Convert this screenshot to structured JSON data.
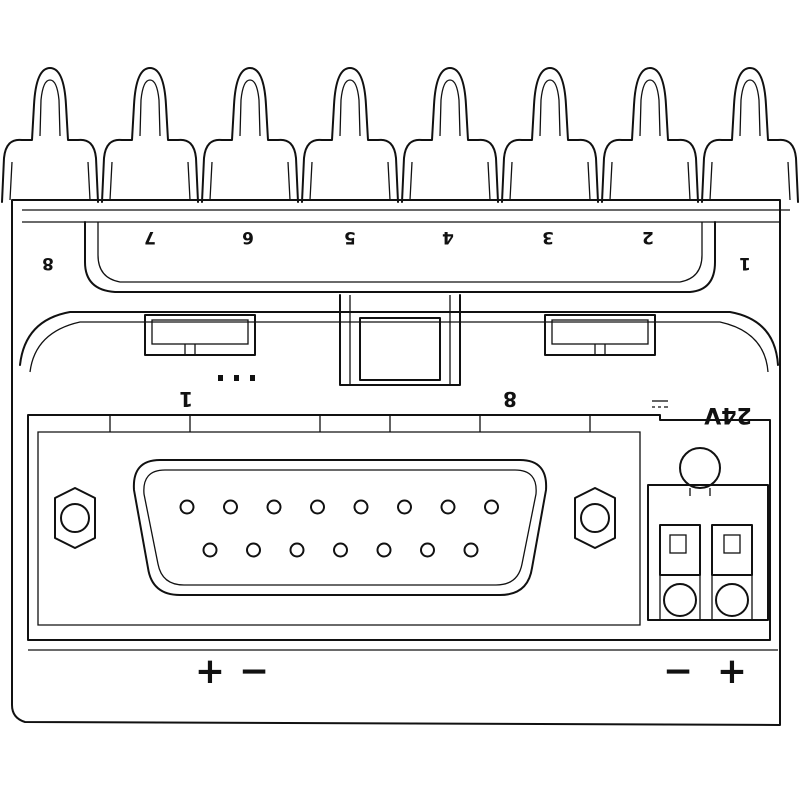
{
  "diagram": {
    "terminal_numbers": [
      "8",
      "7",
      "6",
      "5",
      "4",
      "3",
      "2",
      "1"
    ],
    "led_labels": {
      "left": "1",
      "right": "8"
    },
    "voltage_label": "24V",
    "polarity_left": {
      "plus": "+",
      "minus": "−"
    },
    "polarity_right": {
      "minus": "−",
      "plus": "+"
    },
    "connector": {
      "pins_top_row": 8,
      "pins_bottom_row": 7
    },
    "line_color": "#111111",
    "background_color": "#ffffff"
  }
}
